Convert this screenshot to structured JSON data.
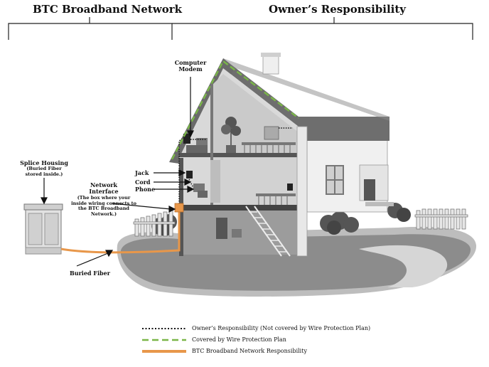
{
  "header": {
    "left_title": "BTC Broadband Network",
    "right_title": "Owner’s Responsibility"
  },
  "labels": {
    "modem_line1": "Computer",
    "modem_line2": "Modem",
    "splice_title": "Splice Housing",
    "splice_sub1": "(Buried Fiber",
    "splice_sub2": "stored inside.)",
    "jack": "Jack",
    "cord": "Cord",
    "phone": "Phone",
    "ni_line1": "Network",
    "ni_line2": "Interface",
    "ni_sub1": "(The box where your",
    "ni_sub2": "inside wiring connects to",
    "ni_sub3": "the BTC Broadband",
    "ni_sub4": "Network.)",
    "buried_fiber": "Buried Fiber"
  },
  "legend": [
    {
      "text": "Owner’s Responsibility (Not covered by Wire Protection Plan)",
      "style": "dotted",
      "color": "#111111"
    },
    {
      "text": "Covered by Wire Protection Plan",
      "style": "dashed",
      "color": "#7ab648"
    },
    {
      "text": "BTC Broadband Network Responsibility",
      "style": "solid",
      "color": "#e8974a"
    }
  ],
  "colors": {
    "fiber": "#e8974a",
    "protection": "#7ab648",
    "owner": "#111111"
  }
}
